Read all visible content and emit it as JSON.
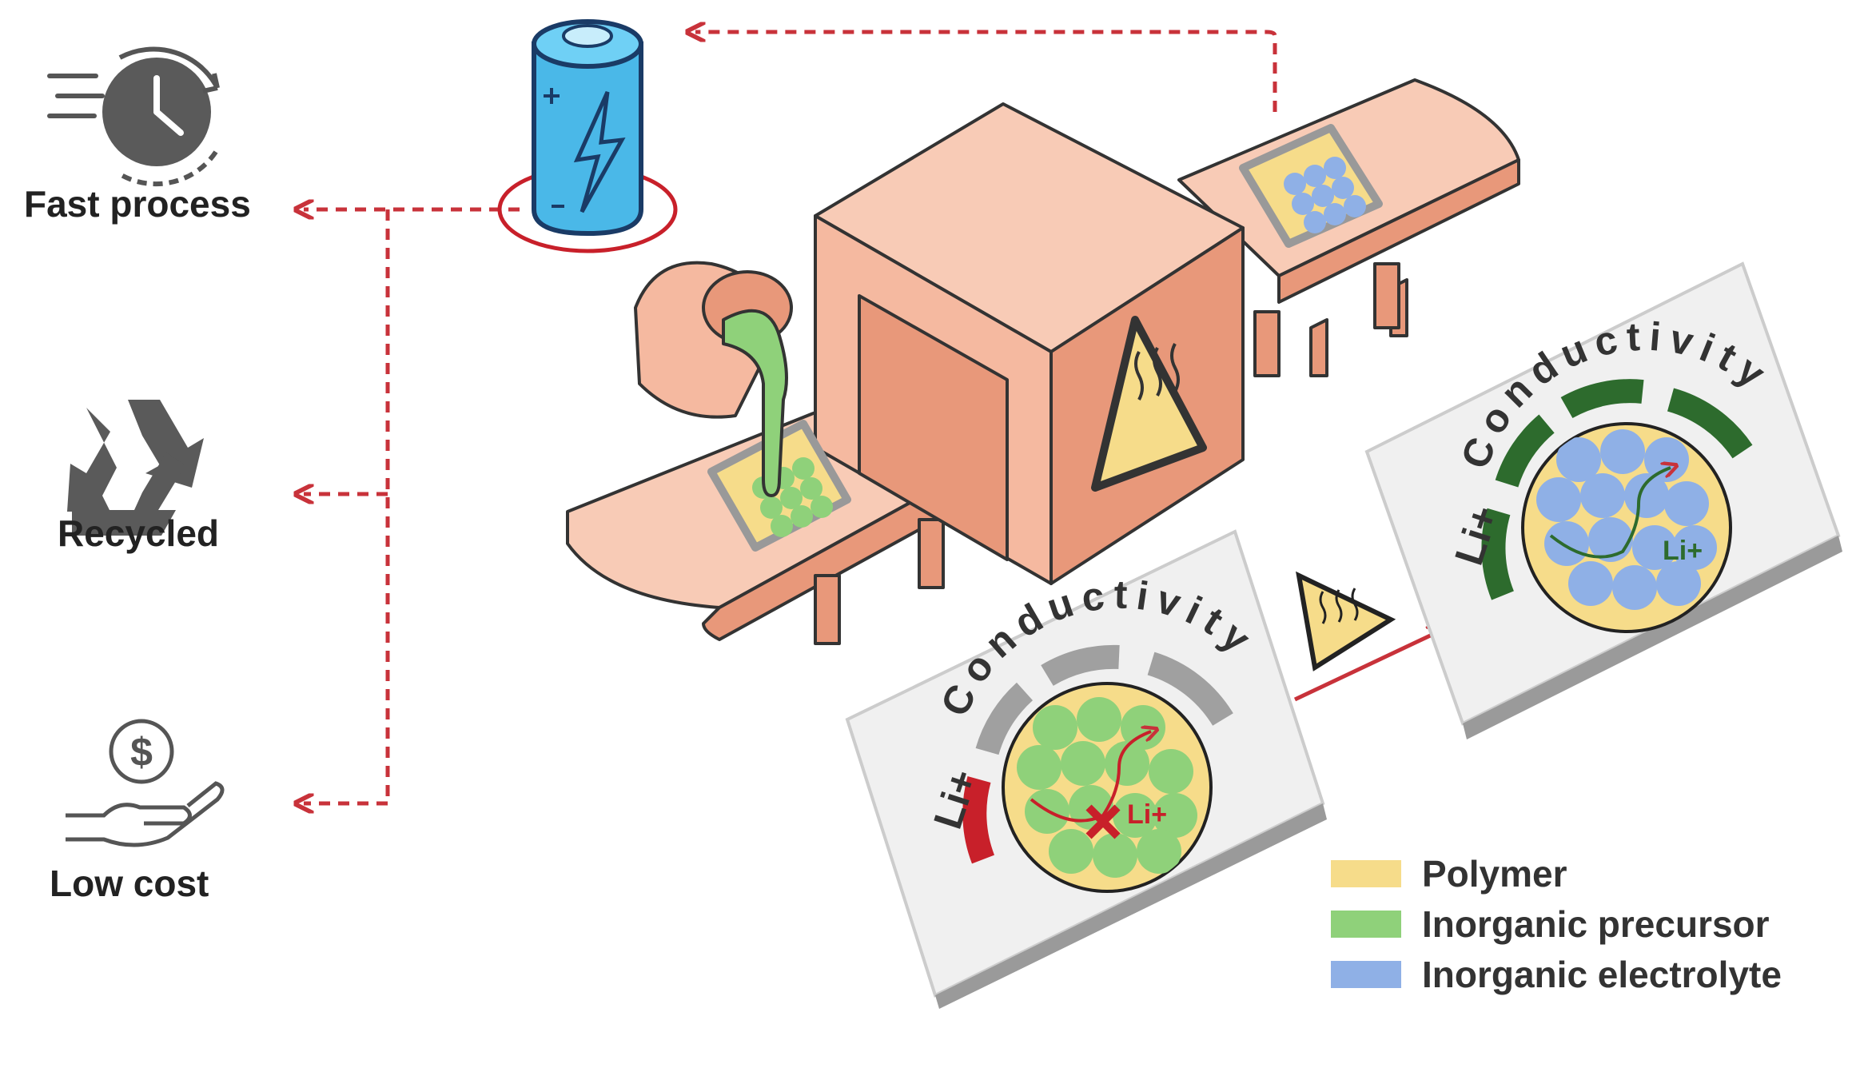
{
  "benefits": {
    "fast": "Fast process",
    "recycled": "Recycled",
    "low_cost": "Low cost"
  },
  "panels": {
    "before": {
      "ring_text": "Conductivity",
      "ion_label": "Li+",
      "ion_small": "Li+"
    },
    "after": {
      "ring_text": "Conductivity",
      "ion_label": "Li+",
      "ion_small": "Li+"
    }
  },
  "legend": [
    {
      "label": "Polymer",
      "color": "#f6dc8a"
    },
    {
      "label": "Inorganic precursor",
      "color": "#8fd17a"
    },
    {
      "label": "Inorganic electrolyte",
      "color": "#8fb0e6"
    }
  ],
  "colors": {
    "machine": "#f5b9a0",
    "machine_dark": "#e8987a",
    "arrow_red": "#c8323a",
    "ring_dark_green": "#2d6b2d",
    "ring_gray": "#a0a0a0",
    "ring_red": "#c8202a",
    "battery_blue": "#4ab8e8"
  }
}
